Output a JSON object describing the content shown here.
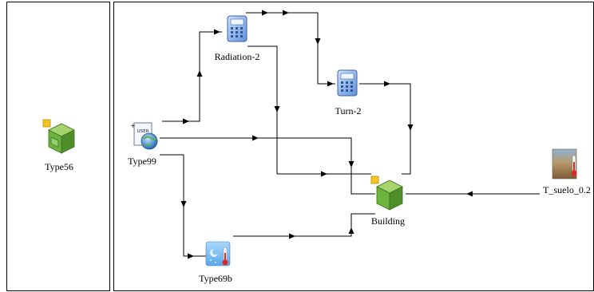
{
  "panels": {
    "left": {
      "name": "macros-panel"
    },
    "main": {
      "name": "diagram-panel"
    }
  },
  "components": [
    {
      "id": "type56",
      "label": "Type56",
      "icon": "green-box-icon"
    },
    {
      "id": "type99",
      "label": "Type99",
      "icon": "user-globe-icon"
    },
    {
      "id": "radiation2",
      "label": "Radiation-2",
      "icon": "calculator-icon"
    },
    {
      "id": "turn2",
      "label": "Turn-2",
      "icon": "calculator-icon"
    },
    {
      "id": "building",
      "label": "Building",
      "icon": "green-box-icon"
    },
    {
      "id": "tsuelo",
      "label": "T_suelo_0.2",
      "icon": "soil-thermometer-icon"
    },
    {
      "id": "type69b",
      "label": "Type69b",
      "icon": "sky-thermometer-icon"
    }
  ],
  "colors": {
    "box_green": "#6db33f",
    "box_dark": "#3d6e1f",
    "box_light": "#a7d36c",
    "cube_yellow": "#f3c623",
    "calc_blue": "#7aa8e8",
    "globe_blue": "#2e7fd6",
    "line": "#000000"
  }
}
